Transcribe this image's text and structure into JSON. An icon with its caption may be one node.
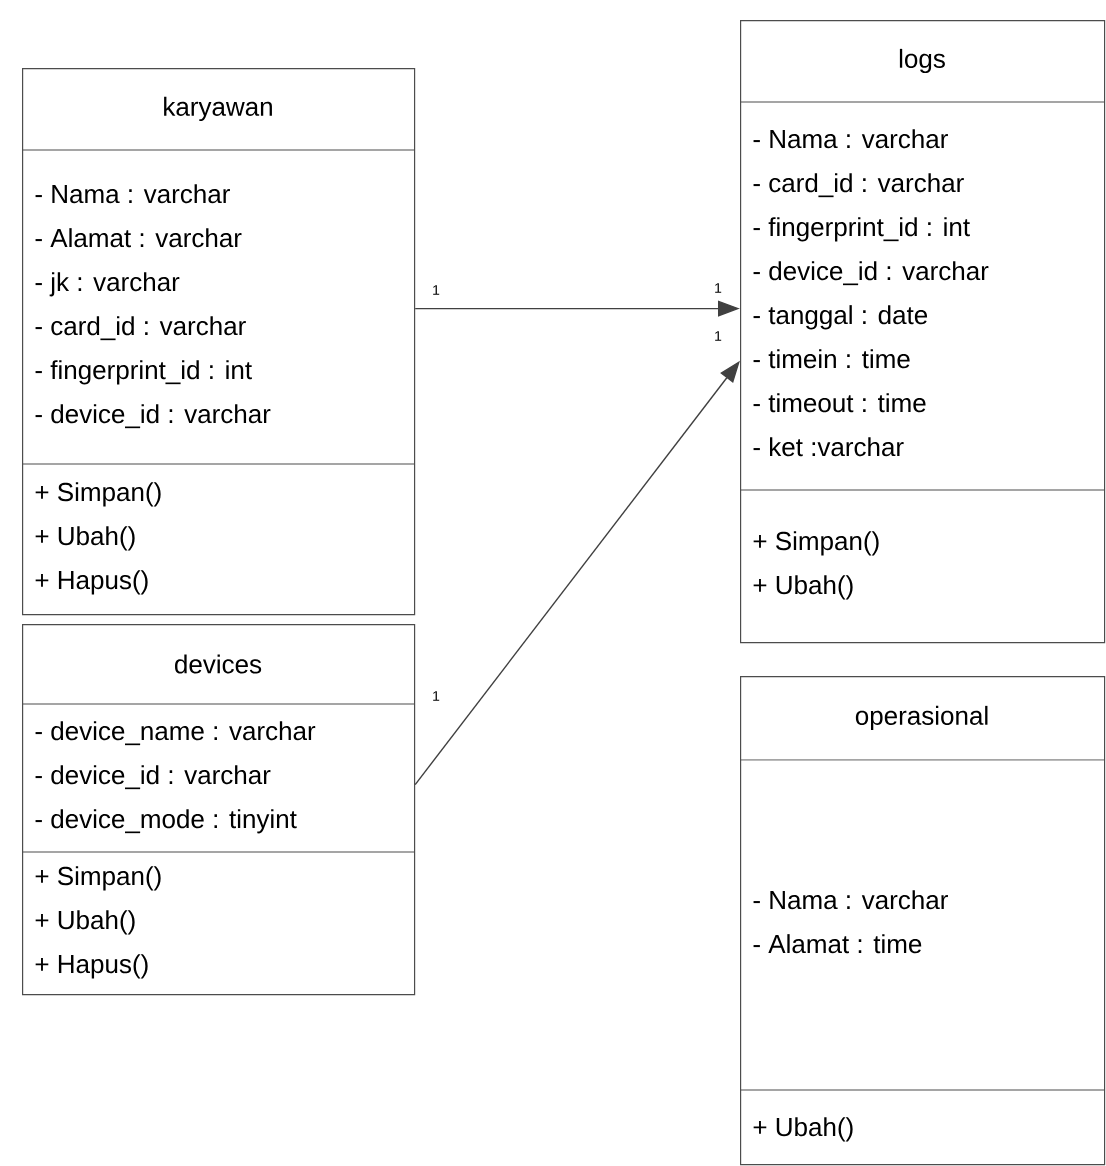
{
  "diagram": {
    "nodes": [
      {
        "text": [
          "karyawan",
          "- Nama : varchar",
          "- Alamat : varchar",
          "- jk : varchar",
          "- card_id : varchar",
          "- fingerprint_id : int",
          "- device_id : varchar",
          "+ Simpan()",
          "+ Ubah()",
          "+ Hapus()"
        ]
      },
      {
        "text": [
          "devices",
          "- device_name : varchar",
          "- device_id : varchar",
          "- device_mode : tinyint",
          "+ Simpan()",
          "+ Ubah()",
          "+ Hapus()"
        ]
      },
      {
        "text": [
          "logs",
          "- Nama : varchar",
          "- card_id : varchar",
          "- fingerprint_id : int",
          "- device_id : varchar",
          "- tanggal : date",
          "- timein : time",
          "- timeout : time",
          "- ket :varchar",
          "+ Simpan()",
          "+ Ubah()"
        ]
      },
      {
        "text": [
          "operasional",
          "- Nama : varchar",
          "- Alamat : time",
          "+ Ubah()"
        ]
      }
    ],
    "edges": [
      {
        "from": 0,
        "to": 2,
        "arrow": "to"
      },
      {
        "from": 1,
        "to": 2,
        "arrow": "to"
      }
    ],
    "labels": [
      "1",
      "1",
      "1",
      "1"
    ]
  }
}
